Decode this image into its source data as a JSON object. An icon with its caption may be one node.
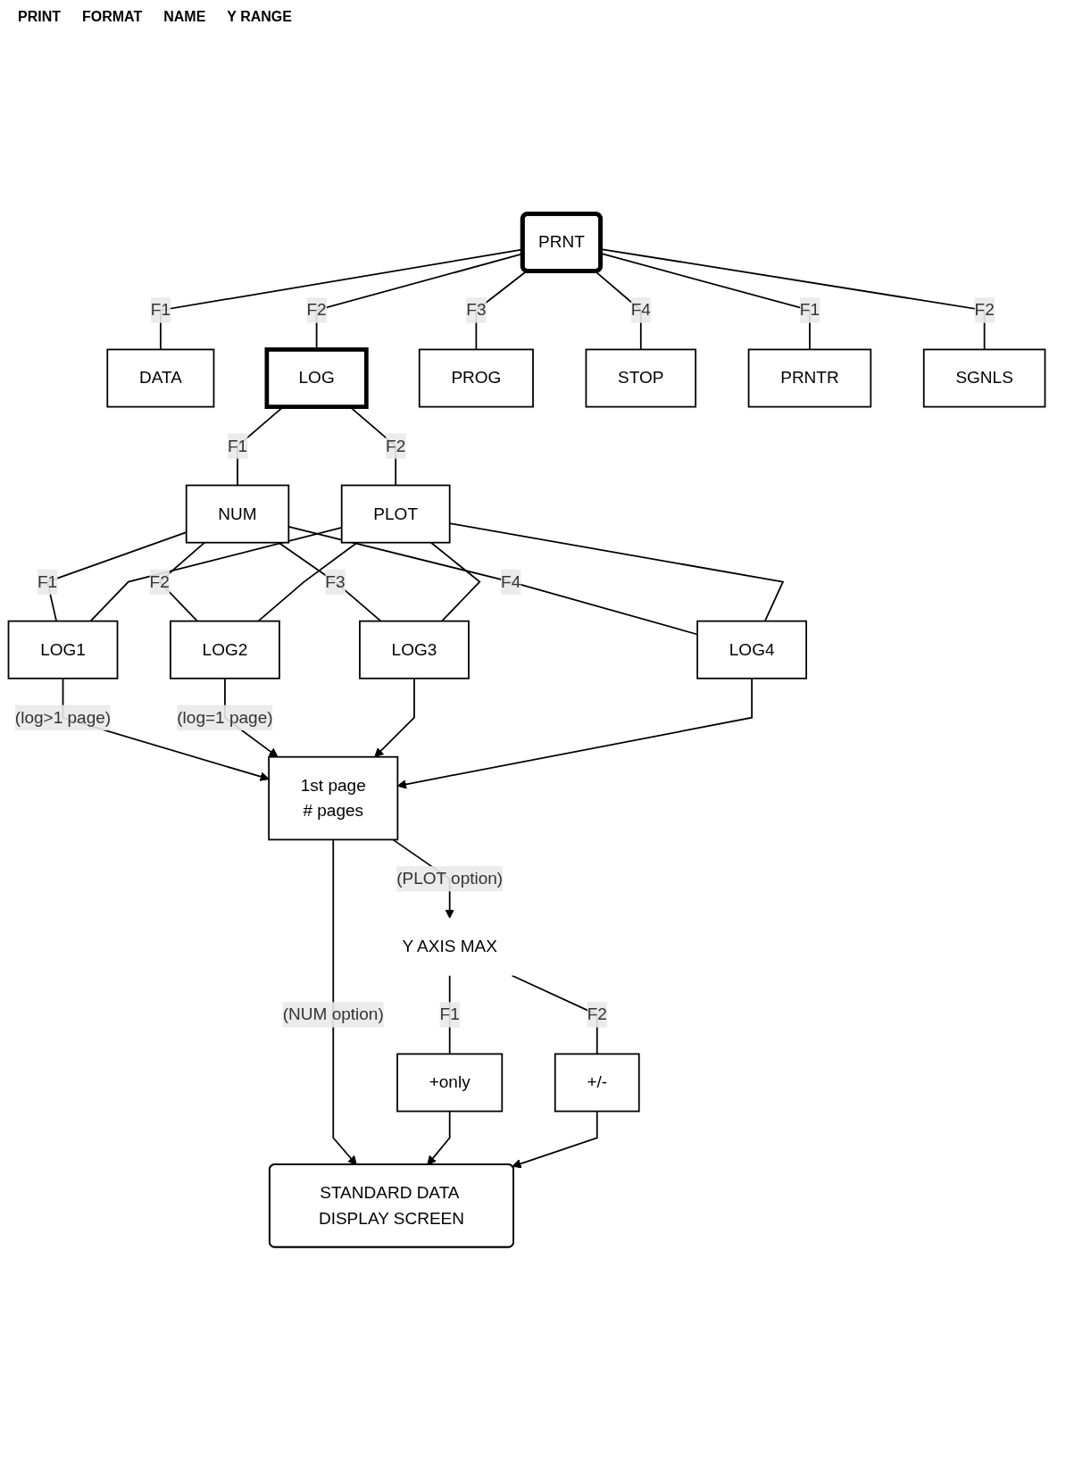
{
  "diagram": {
    "nodes": [
      {
        "text": [
          "PRNT"
        ]
      },
      {
        "text": [
          "DATA"
        ]
      },
      {
        "text": [
          "LOG"
        ]
      },
      {
        "text": [
          "PROG"
        ]
      },
      {
        "text": [
          "STOP"
        ]
      },
      {
        "text": [
          "PRNTR"
        ]
      },
      {
        "text": [
          "SGNLS"
        ]
      },
      {
        "text": [
          "NUM"
        ]
      },
      {
        "text": [
          "PLOT"
        ]
      },
      {
        "text": [
          "LOG1"
        ]
      },
      {
        "text": [
          "LOG2"
        ]
      },
      {
        "text": [
          "LOG3"
        ]
      },
      {
        "text": [
          "LOG4"
        ]
      },
      {
        "text": [
          "1st page",
          "# pages"
        ]
      },
      {
        "text": [
          "STANDARD DATA DISPLAY SCREEN"
        ]
      },
      {
        "text": [
          "Y AXIS MAX"
        ]
      },
      {
        "text": [
          "+only"
        ]
      },
      {
        "text": [
          "+/-"
        ]
      }
    ],
    "edges": [
      {
        "from": 0,
        "to": 1,
        "arrow": "none",
        "label": "F1"
      },
      {
        "from": 0,
        "to": 2,
        "arrow": "none",
        "label": "F2"
      },
      {
        "from": 0,
        "to": 3,
        "arrow": "none",
        "label": "F3"
      },
      {
        "from": 0,
        "to": 4,
        "arrow": "none",
        "label": "F4"
      },
      {
        "from": 0,
        "to": 5,
        "arrow": "none",
        "label": "F1"
      },
      {
        "from": 0,
        "to": 6,
        "arrow": "none",
        "label": "F2"
      },
      {
        "from": 2,
        "to": 7,
        "arrow": "none",
        "label": "F1"
      },
      {
        "from": 2,
        "to": 8,
        "arrow": "none",
        "label": "F2"
      },
      {
        "from": 7,
        "to": 9,
        "arrow": "none",
        "label": "F1"
      },
      {
        "from": 7,
        "to": 10,
        "arrow": "none",
        "label": "F2"
      },
      {
        "from": 7,
        "to": 11,
        "arrow": "none",
        "label": "F3"
      },
      {
        "from": 7,
        "to": 12,
        "arrow": "none",
        "label": "F4"
      },
      {
        "from": 8,
        "to": 9,
        "arrow": "none"
      },
      {
        "from": 8,
        "to": 10,
        "arrow": "none"
      },
      {
        "from": 8,
        "to": 11,
        "arrow": "none"
      },
      {
        "from": 8,
        "to": 12,
        "arrow": "none"
      },
      {
        "from": 9,
        "to": 13,
        "arrow": "to",
        "label": "(log>1 page)"
      },
      {
        "from": 10,
        "to": 13,
        "arrow": "to",
        "label": "(log=1 page)"
      },
      {
        "from": 11,
        "to": 13,
        "arrow": "to"
      },
      {
        "from": 12,
        "to": 13,
        "arrow": "to"
      },
      {
        "from": 13,
        "to": 14,
        "arrow": "to",
        "label": "(NUM option)"
      },
      {
        "from": 13,
        "to": 15,
        "arrow": "to",
        "label": "(PLOT option)"
      },
      {
        "from": 15,
        "to": 16,
        "arrow": "none",
        "label": "F1"
      },
      {
        "from": 15,
        "to": 17,
        "arrow": "none",
        "label": "F2"
      },
      {
        "from": 16,
        "to": 14,
        "arrow": "to"
      },
      {
        "from": 17,
        "to": 14,
        "arrow": "to"
      }
    ],
    "labels": [
      "PRINT",
      "FORMAT",
      "NAME",
      "Y RANGE"
    ]
  }
}
